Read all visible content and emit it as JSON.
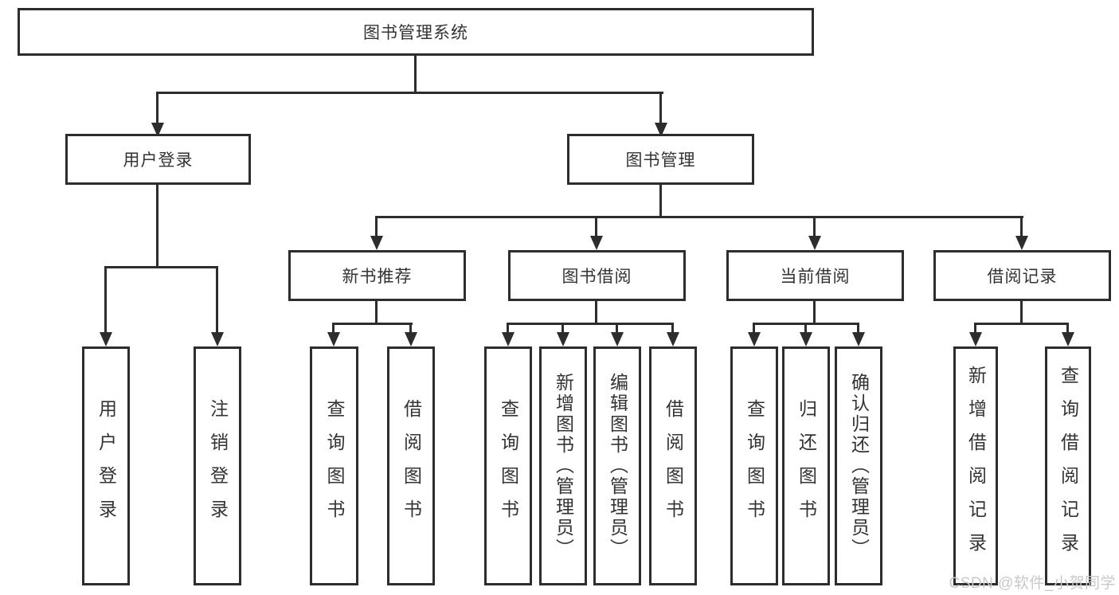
{
  "diagram": {
    "type": "hierarchy-chart",
    "tree": {
      "label": "图书管理系统",
      "children": [
        {
          "label": "用户登录",
          "children": [
            {
              "label": "用户登录"
            },
            {
              "label": "注销登录"
            }
          ]
        },
        {
          "label": "图书管理",
          "children": [
            {
              "label": "新书推荐",
              "children": [
                {
                  "label": "查询图书"
                },
                {
                  "label": "借阅图书"
                }
              ]
            },
            {
              "label": "图书借阅",
              "children": [
                {
                  "label": "查询图书"
                },
                {
                  "label": "新增图书（管理员）"
                },
                {
                  "label": "编辑图书（管理员）"
                },
                {
                  "label": "借阅图书"
                }
              ]
            },
            {
              "label": "当前借阅",
              "children": [
                {
                  "label": "查询图书"
                },
                {
                  "label": "归还图书"
                },
                {
                  "label": "确认归还（管理员）"
                }
              ]
            },
            {
              "label": "借阅记录",
              "children": [
                {
                  "label": "新增借阅记录"
                },
                {
                  "label": "查询借阅记录"
                }
              ]
            }
          ]
        }
      ]
    }
  },
  "watermark": {
    "text": "CSDN @软件_小贺同学"
  },
  "colors": {
    "line": "#2d2d2d",
    "text": "#333333",
    "background": "#ffffff",
    "watermark": "#c8c8c8"
  }
}
